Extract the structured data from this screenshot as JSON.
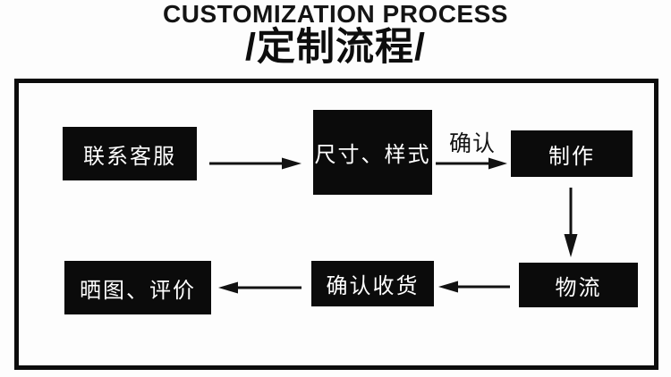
{
  "title": {
    "en": "CUSTOMIZATION PROCESS",
    "zh": "/定制流程/"
  },
  "flow": {
    "nodes": [
      {
        "id": "contact-service",
        "label": "联系客服"
      },
      {
        "id": "size-style",
        "label": "尺寸、样式"
      },
      {
        "id": "production",
        "label": "制作"
      },
      {
        "id": "logistics",
        "label": "物流"
      },
      {
        "id": "confirm-receipt",
        "label": "确认收货"
      },
      {
        "id": "photo-review",
        "label": "晒图、评价"
      }
    ],
    "edge_label": "确认",
    "edges": [
      {
        "from": "contact-service",
        "to": "size-style"
      },
      {
        "from": "size-style",
        "to": "production",
        "label": "确认"
      },
      {
        "from": "production",
        "to": "logistics"
      },
      {
        "from": "logistics",
        "to": "confirm-receipt"
      },
      {
        "from": "confirm-receipt",
        "to": "photo-review"
      }
    ]
  },
  "colors": {
    "node_background": "#0b0b0b",
    "node_text": "#ffffff",
    "line": "#121212",
    "border": "#0c0c0c",
    "page_background": "#fdfdfd"
  }
}
